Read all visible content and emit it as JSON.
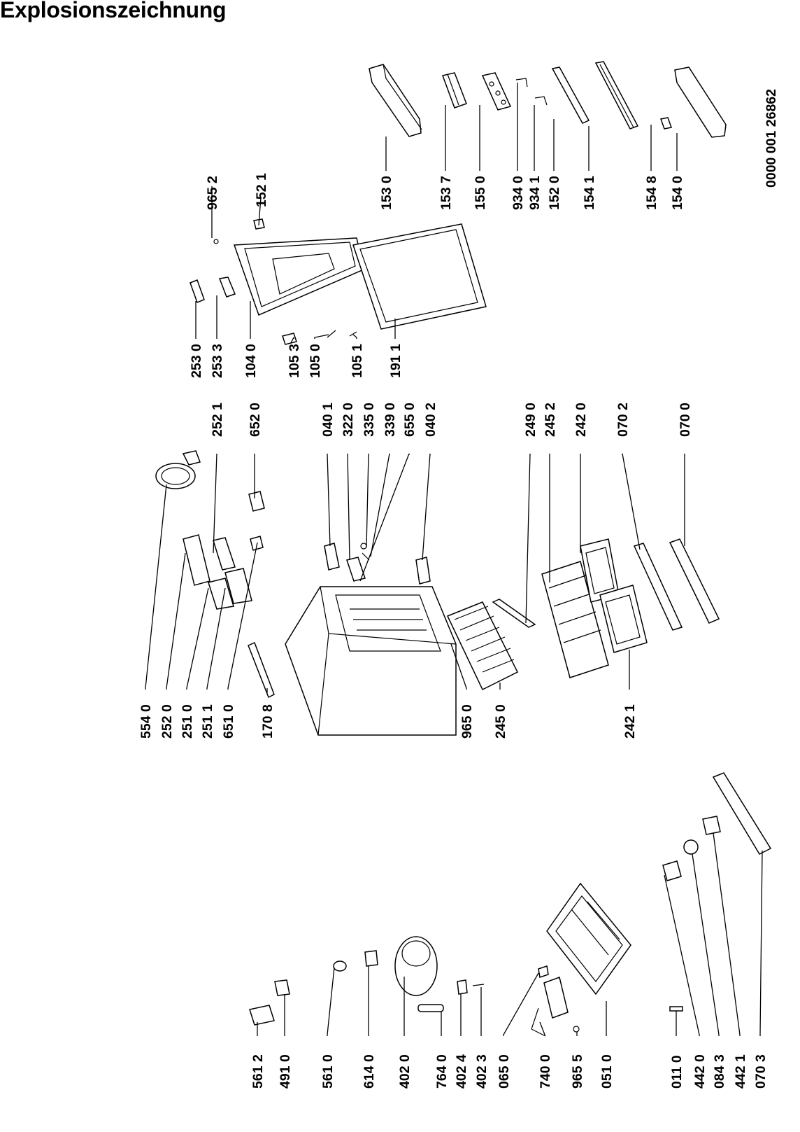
{
  "title": "Explosionszeichnung",
  "drawing_code": "0000 001 26862",
  "labels": [
    "153 0",
    "153 7",
    "155 0",
    "934 0",
    "934 1",
    "152 0",
    "154 1",
    "154 8",
    "154 0",
    "965 2",
    "152 1",
    "253 0",
    "253 3",
    "104 0",
    "105 3",
    "105 0",
    "105 1",
    "191 1",
    "252 1",
    "652 0",
    "040 1",
    "322 0",
    "335 0",
    "339 0",
    "655 0",
    "040 2",
    "249 0",
    "245 2",
    "242 0",
    "070 2",
    "070 0",
    "554 0",
    "252 0",
    "251 0",
    "251 1",
    "651 0",
    "170 8",
    "965 0",
    "245 0",
    "242 1",
    "561 2",
    "491 0",
    "561 0",
    "614 0",
    "402 0",
    "764 0",
    "402 4",
    "402 3",
    "065 0",
    "740 0",
    "965 5",
    "051 0",
    "011 0",
    "442 0",
    "084 3",
    "442 1",
    "070 3"
  ]
}
